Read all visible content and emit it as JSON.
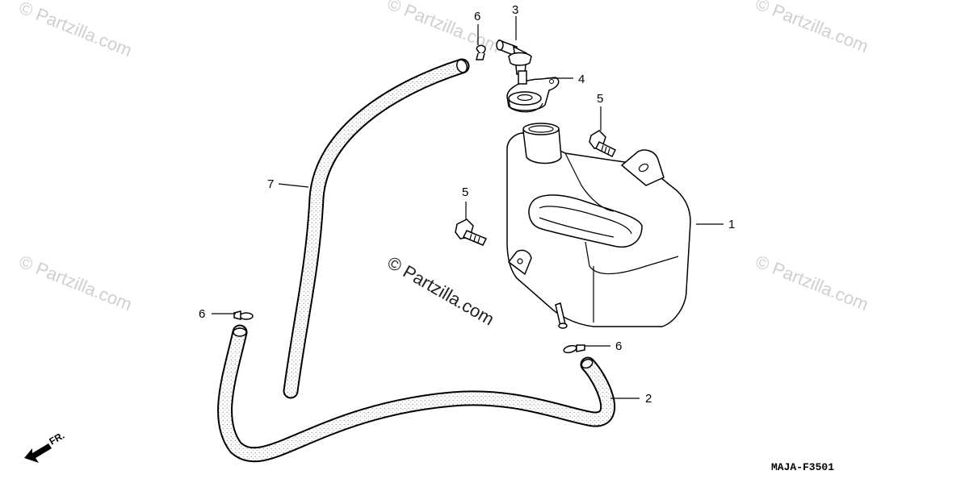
{
  "diagram": {
    "callouts": [
      {
        "id": "c1",
        "label": "1"
      },
      {
        "id": "c2",
        "label": "2"
      },
      {
        "id": "c3",
        "label": "3"
      },
      {
        "id": "c4",
        "label": "4"
      },
      {
        "id": "c5a",
        "label": "5"
      },
      {
        "id": "c5b",
        "label": "5"
      },
      {
        "id": "c6a",
        "label": "6"
      },
      {
        "id": "c6b",
        "label": "6"
      },
      {
        "id": "c6c",
        "label": "6"
      },
      {
        "id": "c7",
        "label": "7"
      }
    ],
    "diagram_code": "MAJA-F3501",
    "front_marker": "FR.",
    "watermark": "© Partzilla.com",
    "watermark_center": "© Partzilla.com"
  }
}
